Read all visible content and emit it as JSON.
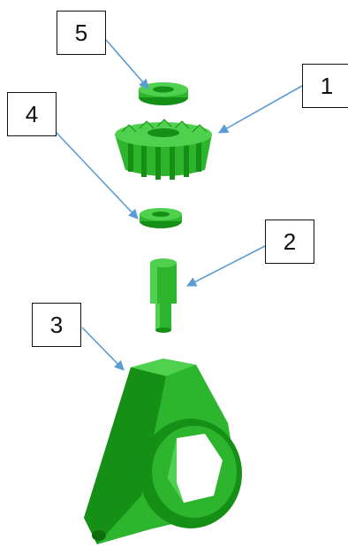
{
  "diagram": {
    "labels": [
      {
        "id": "label-5",
        "text": "5",
        "part": "washer-top"
      },
      {
        "id": "label-1",
        "text": "1",
        "part": "gear"
      },
      {
        "id": "label-4",
        "text": "4",
        "part": "washer-bottom"
      },
      {
        "id": "label-2",
        "text": "2",
        "part": "shaft"
      },
      {
        "id": "label-3",
        "text": "3",
        "part": "triangular-housing"
      }
    ],
    "colors": {
      "part_fill": "#2db52d",
      "part_dark": "#158f15",
      "part_light": "#4fd14f",
      "leader_line": "#5b9bd5",
      "box_border": "#111111"
    }
  }
}
